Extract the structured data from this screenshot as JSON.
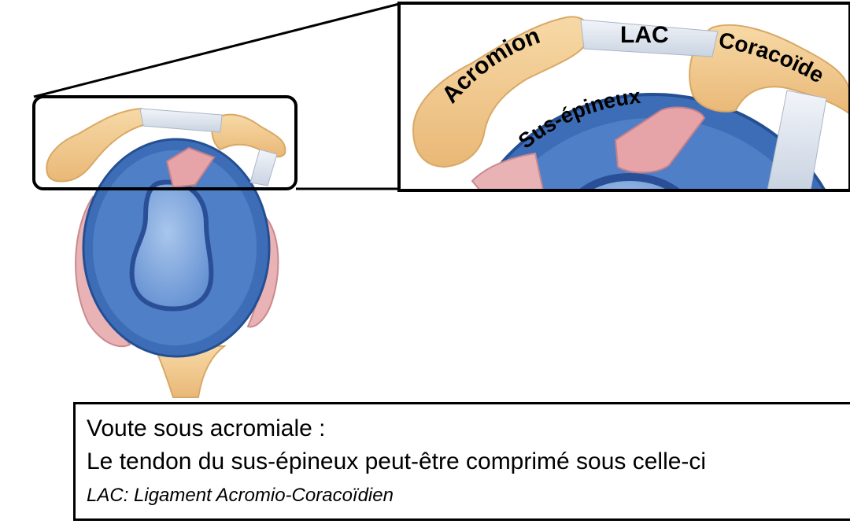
{
  "labels": {
    "acromion": "Acromion",
    "lac": "LAC",
    "coracoide": "Coracoïde",
    "sus_epineux": "Sus-épineux"
  },
  "caption": {
    "title": "Voute sous acromiale :",
    "text": "Le tendon du sus-épineux peut-être comprimé sous celle-ci",
    "footnote": "LAC: Ligament Acromio-Coracoïdien"
  },
  "colors": {
    "bone": "#f3cd93",
    "bone_edge": "#d9a865",
    "cartilage_blue": "#4f7fc7",
    "labrum_blue": "#2f5ea9",
    "glenoid_light": "#7ea7dd",
    "tendon_pink": "#e6a3a8",
    "muscle_pink": "#e9b2b4",
    "ligament": "#dfe6ef"
  }
}
